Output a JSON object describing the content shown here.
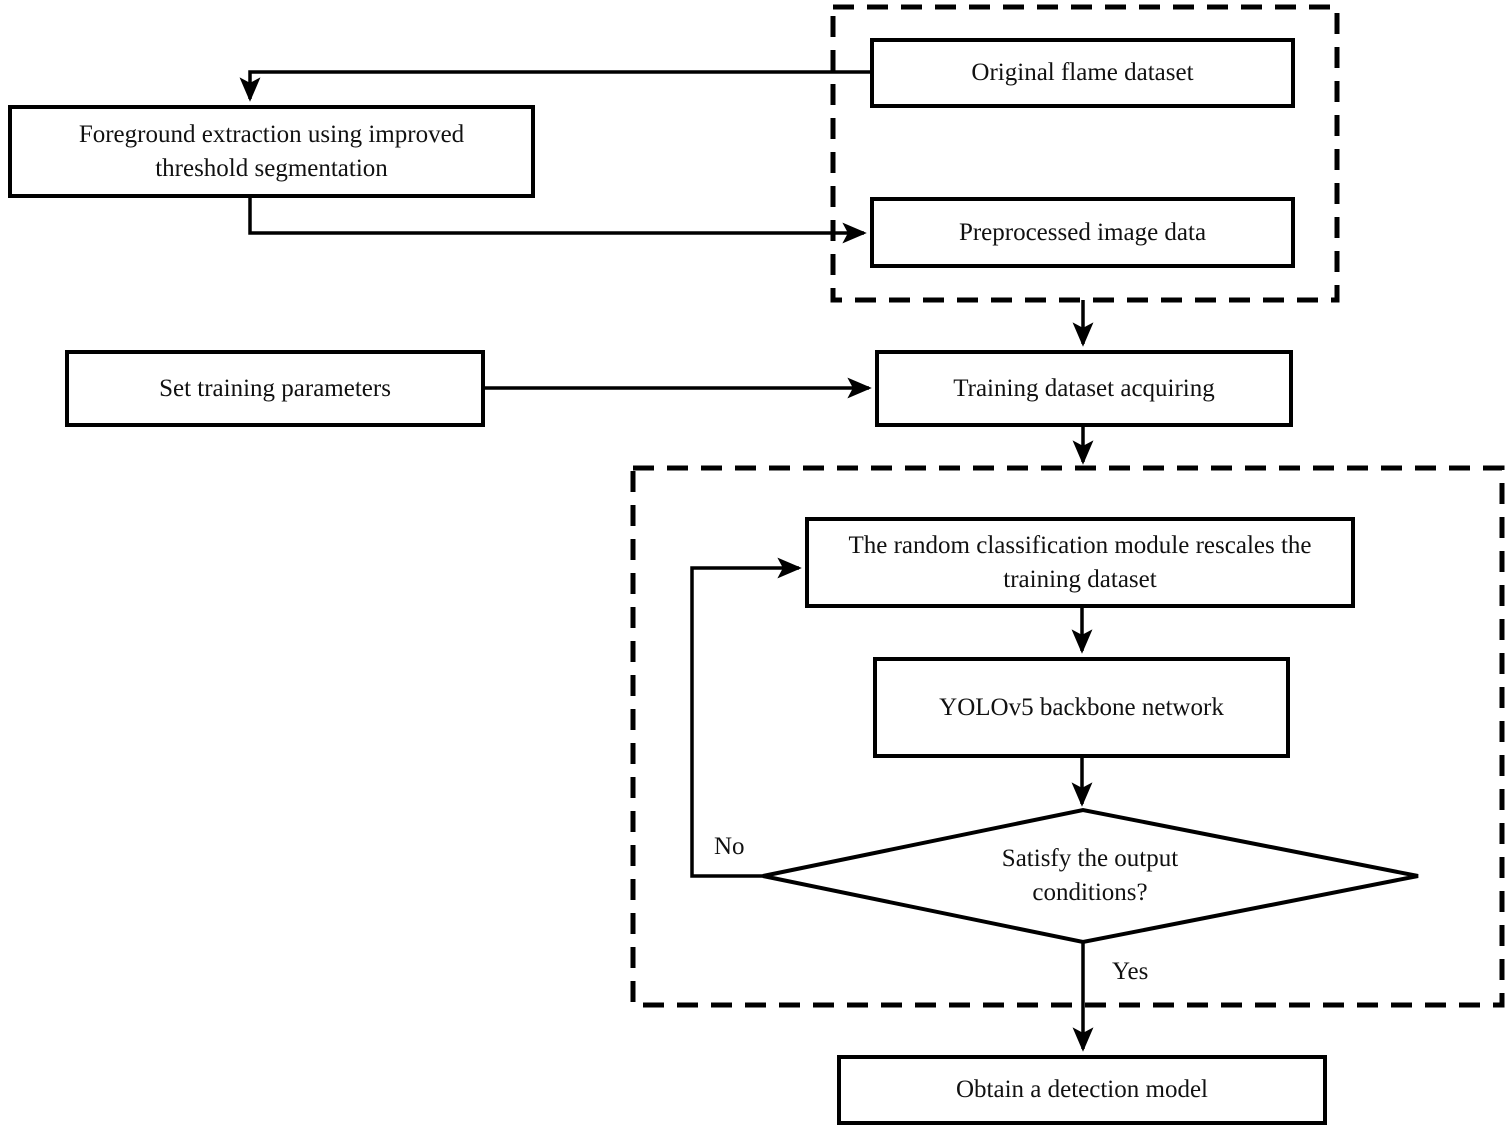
{
  "diagram": {
    "type": "flowchart",
    "nodes": {
      "original_flame_dataset": "Original flame dataset",
      "foreground_extraction": "Foreground extraction using improved threshold segmentation",
      "preprocessed_image_data": "Preprocessed image data",
      "set_training_parameters": "Set training parameters",
      "training_dataset_acquiring": "Training dataset acquiring",
      "random_classification_module": "The random classification module rescales the training dataset",
      "yolov5_backbone_network": "YOLOv5 backbone network",
      "satisfy_output_conditions": "Satisfy the output conditions?",
      "obtain_detection_model": "Obtain a detection model"
    },
    "edge_labels": {
      "no": "No",
      "yes": "Yes"
    },
    "colors": {
      "line": "#000000",
      "background": "#ffffff",
      "text": "#111111"
    }
  }
}
